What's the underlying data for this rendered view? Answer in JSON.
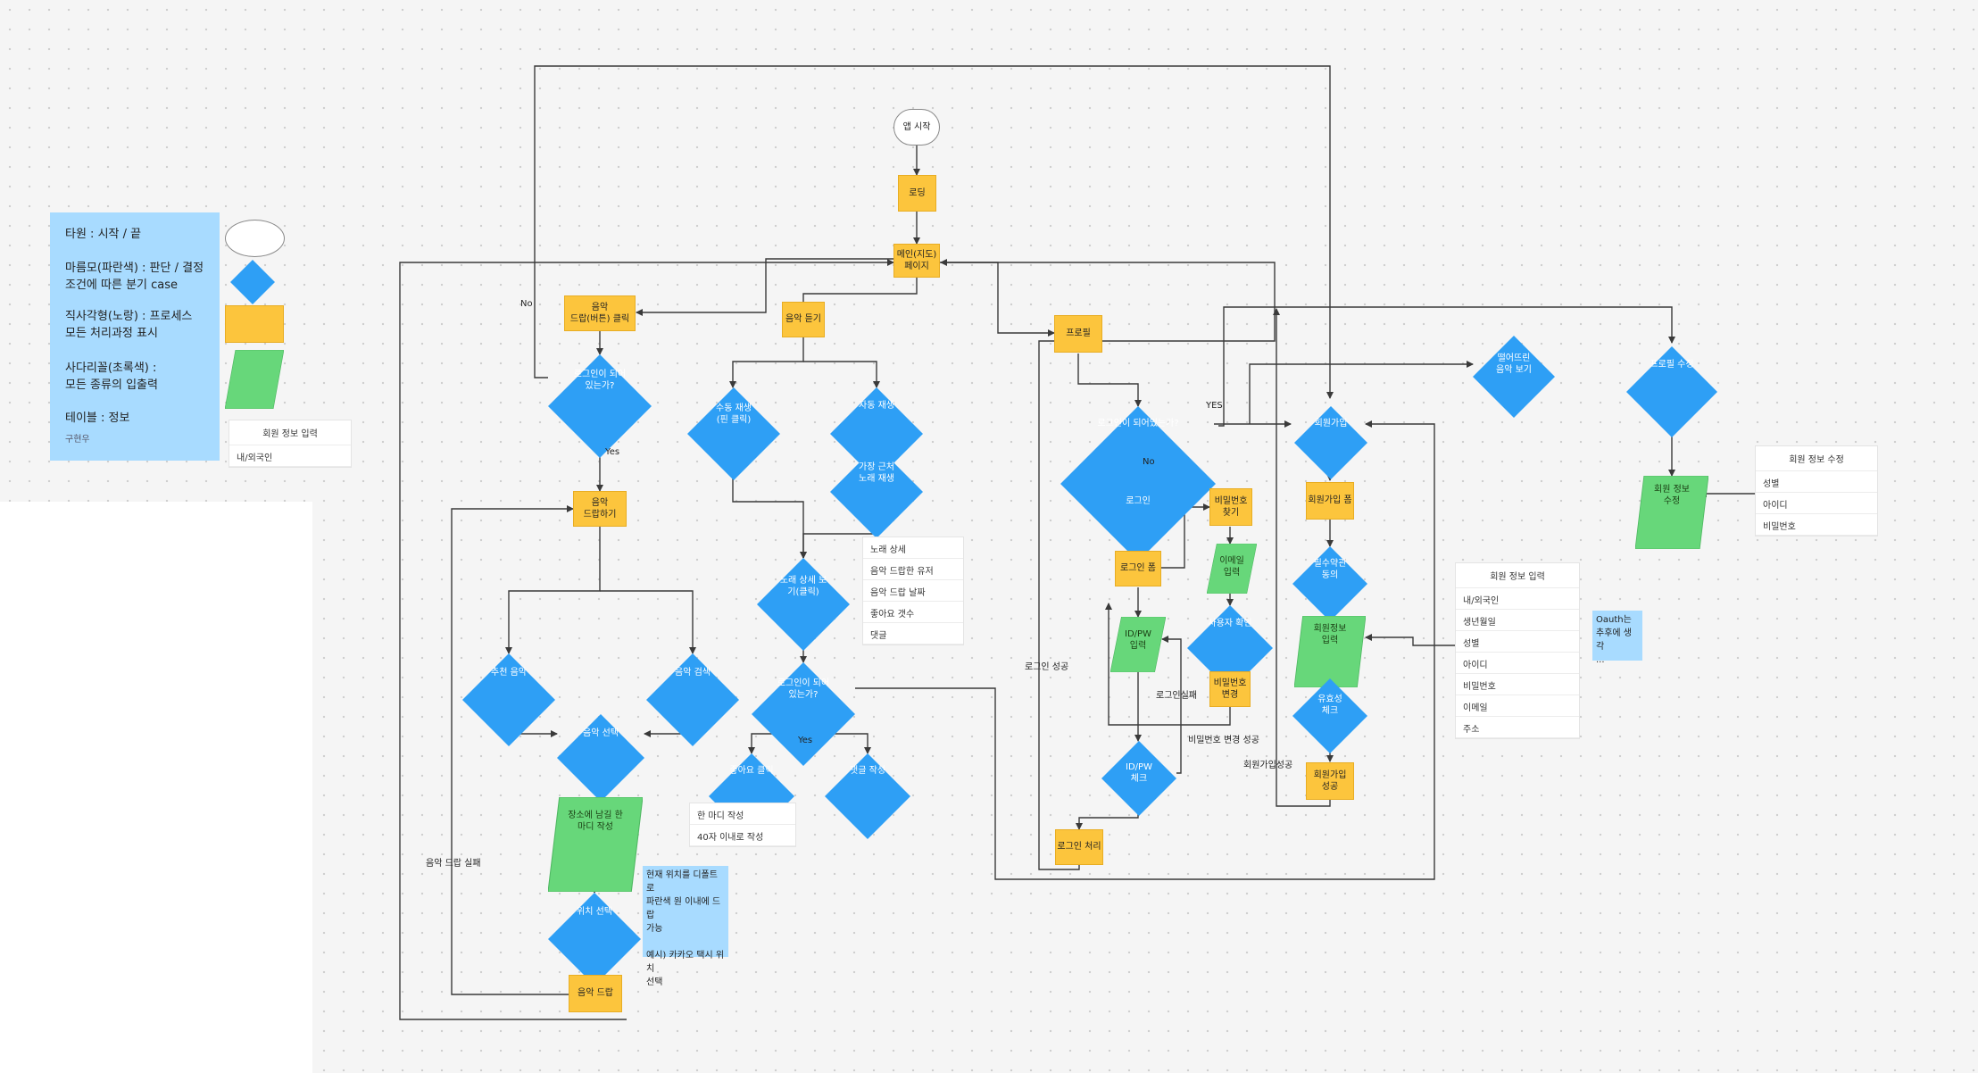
{
  "legend": {
    "items": [
      "타원 : 시작 / 끝",
      "마름모(파란색) : 판단 / 결정\n조건에 따른 분기 case",
      "직사각형(노랑) : 프로세스\n모든 처리과정 표시",
      "사다리꼴(초록색) :\n 모든 종류의 입출력",
      "테이블 : 정보"
    ],
    "author": "구현우",
    "sample_table": {
      "header": "회원 정보 입력",
      "rows": [
        "내/외국인"
      ]
    }
  },
  "nodes": {
    "app_start": "앱 시작",
    "loading": "로딩",
    "main_page": "메인(지도)\n페이지",
    "music_drop_click": "음악\n드랍(버튼) 클릭",
    "login_check_left": "로그인이 되어\n있는가?",
    "music_drop": "음악\n드랍하기",
    "recommend_music": "추천 음악",
    "music_search": "음악 검색",
    "music_select": "음악 선택",
    "write_one_line": "장소에 남길 한\n마디 작성",
    "location_select": "위치 선택",
    "music_drop_final": "음악 드랍",
    "listen_music": "음악 듣기",
    "manual_play": "수동 재생\n(핀 클릭)",
    "auto_play": "자동 재생",
    "nearest_play": "가장 근처\n노래 재생",
    "song_detail": "노래 상세 보\n기(클릭)",
    "login_check_mid": "로그인이 되어\n있는가?",
    "like_click": "좋아요 클릭",
    "comment_write": "댓글 작성",
    "profile": "프로필",
    "login_check_right": "로그인이 되어있는가?",
    "login": "로그인",
    "find_password": "비밀번호\n찾기",
    "login_form": "로그인 폼",
    "email_input": "이메일\n입력",
    "user_verify": "사용자 확인",
    "change_password": "비밀번호\n변경",
    "idpw_input": "ID/PW\n입력",
    "idpw_check": "ID/PW\n체크",
    "login_process": "로그인 처리",
    "signup": "회원가입",
    "signup_form": "회원가입 폼",
    "agree_required": "필수약관\n동의",
    "member_info_input": "회원정보\n입력",
    "validity_check": "유효성\n체크",
    "signup_success": "회원가입\n성공",
    "dropped_music": "떨어뜨린\n음악 보기",
    "profile_edit": "프로필 수정",
    "member_info_edit": "회원 정보\n수정"
  },
  "edge_labels": {
    "no_left": "No",
    "yes_left": "Yes",
    "yes_mid": "Yes",
    "yes_right": "YES",
    "no_right": "No",
    "login_success": "로그인 성공",
    "login_fail": "로그인실패",
    "pw_change_success": "비밀번호 변경 성공",
    "signup_success_lbl": "회원가입성공",
    "music_drop_fail": "음악 드랍 실패"
  },
  "tables": {
    "song_detail": [
      "노래 상세",
      "음악 드랍한 유저",
      "음악 드랍 날짜",
      "좋아요 갯수",
      "댓글"
    ],
    "one_line": [
      "한 마디 작성",
      "40자 이내로 작성"
    ],
    "member_info": {
      "header": "회원 정보 입력",
      "rows": [
        "내/외국인",
        "생년월일",
        "성별",
        "아이디",
        "비밀번호",
        "이메일",
        "주소"
      ]
    },
    "member_edit": {
      "header": "회원 정보 수정",
      "rows": [
        "성별",
        "아이디",
        "비밀번호"
      ]
    }
  },
  "notes": {
    "location": "현재 위치를 디폴트로\n파란색 원 이내에 드랍\n가능\n\n예시) 카카오 택시 위치\n선택",
    "oauth": "Oauth는\n추후에 생각\n..."
  },
  "colors": {
    "process": "#fcc53d",
    "decision": "#2e9ff5",
    "io": "#67d77a",
    "note": "#a8dbff",
    "line": "#3a3a3a"
  }
}
